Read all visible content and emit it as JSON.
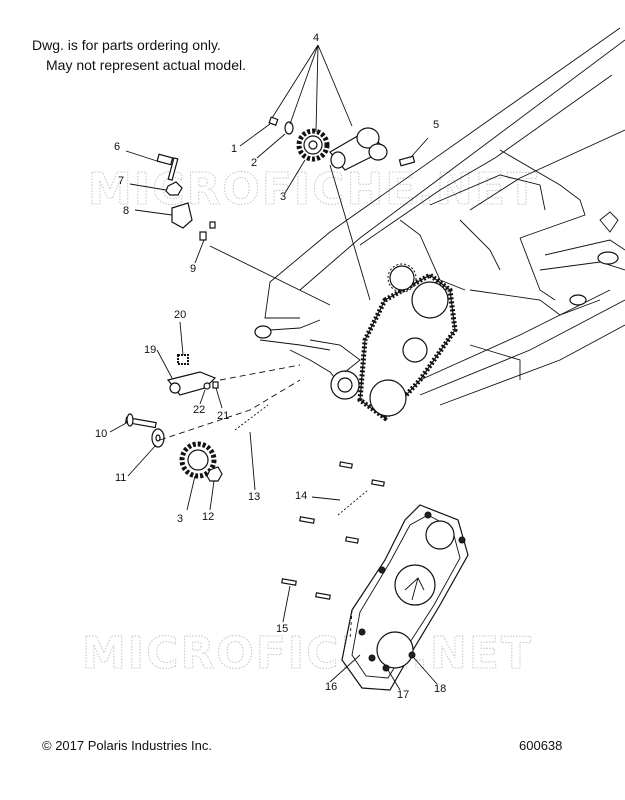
{
  "notes": {
    "line1": "Dwg. is for parts ordering only.",
    "line2": "May not represent actual model."
  },
  "watermark": {
    "upper": "MICROFICHE.NET",
    "lower": "MICROFICHE.NET"
  },
  "callouts": {
    "c1": "1",
    "c2": "2",
    "c3a": "3",
    "c3b": "3",
    "c4": "4",
    "c5": "5",
    "c6": "6",
    "c7": "7",
    "c8": "8",
    "c9": "9",
    "c10": "10",
    "c11": "11",
    "c12": "12",
    "c13": "13",
    "c14": "14",
    "c15": "15",
    "c16": "16",
    "c17": "17",
    "c18": "18",
    "c19": "19",
    "c20": "20",
    "c21": "21",
    "c22": "22"
  },
  "footer": {
    "copyright": "© 2017 Polaris Industries Inc.",
    "drawing_number": "600638"
  }
}
